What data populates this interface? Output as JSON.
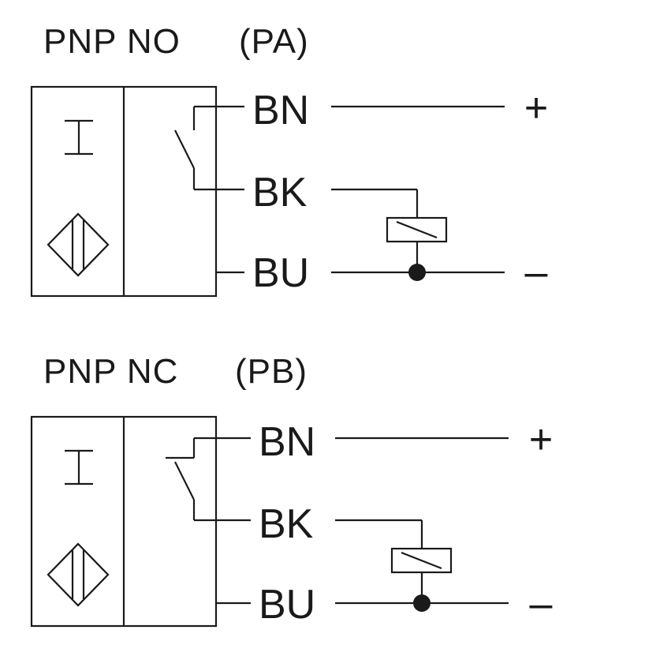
{
  "diagrams": [
    {
      "title": "PNP NO",
      "code": "(PA)",
      "wires": [
        {
          "label": "BN",
          "supply": "+"
        },
        {
          "label": "BK",
          "supply": ""
        },
        {
          "label": "BU",
          "supply": "–"
        }
      ],
      "contact": "normally-open"
    },
    {
      "title": "PNP NC",
      "code": "(PB)",
      "wires": [
        {
          "label": "BN",
          "supply": "+"
        },
        {
          "label": "BK",
          "supply": ""
        },
        {
          "label": "BU",
          "supply": "–"
        }
      ],
      "contact": "normally-closed"
    }
  ],
  "colors": {
    "line": "#1a1a1a",
    "background": "#ffffff"
  }
}
